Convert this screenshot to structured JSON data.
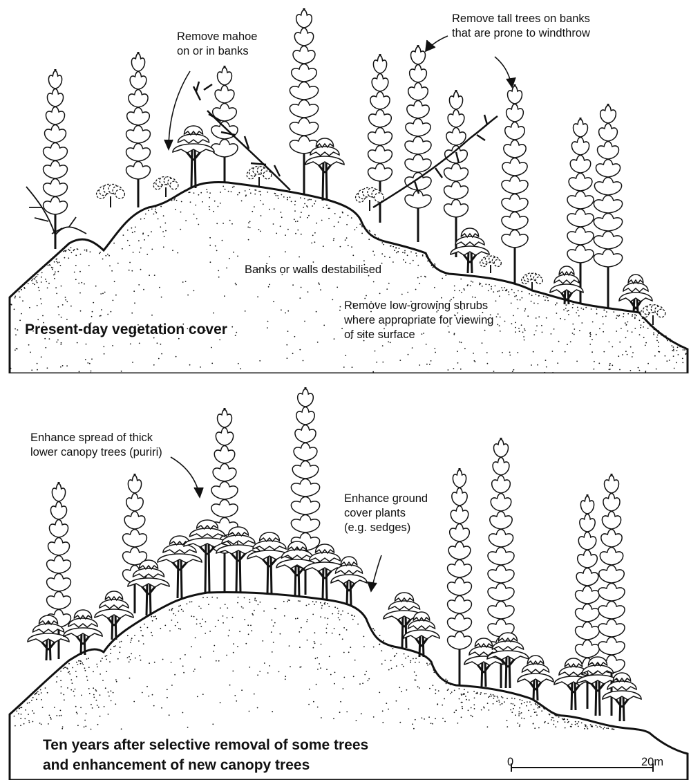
{
  "top_panel": {
    "heading": "Present-day vegetation cover",
    "annotations": {
      "remove_mahoe": [
        "Remove mahoe",
        "on or in banks"
      ],
      "remove_tall_trees": [
        "Remove tall trees on banks",
        "that are prone to windthrow"
      ],
      "banks_destabilised": [
        "Banks or walls destabilised"
      ],
      "remove_shrubs": [
        "Remove low-growing shrubs",
        "where appropriate for viewing",
        "of site surface"
      ]
    }
  },
  "bottom_panel": {
    "heading": [
      "Ten years after selective removal of some trees",
      "and enhancement of new canopy trees"
    ],
    "annotations": {
      "enhance_spread": [
        "Enhance spread of thick",
        "lower canopy trees (puriri)"
      ],
      "enhance_ground_cover": [
        "Enhance ground",
        "cover plants",
        "(e.g. sedges)"
      ]
    },
    "scale_bar": {
      "start_label": "0",
      "end_label": "20m"
    }
  },
  "colors": {
    "ink": "#111111",
    "paper": "#ffffff"
  },
  "icons": [
    "tall-podocarp-tree-icon",
    "spreading-puriri-tree-icon",
    "shrub-icon",
    "fallen-tree-icon",
    "arrow-icon"
  ]
}
